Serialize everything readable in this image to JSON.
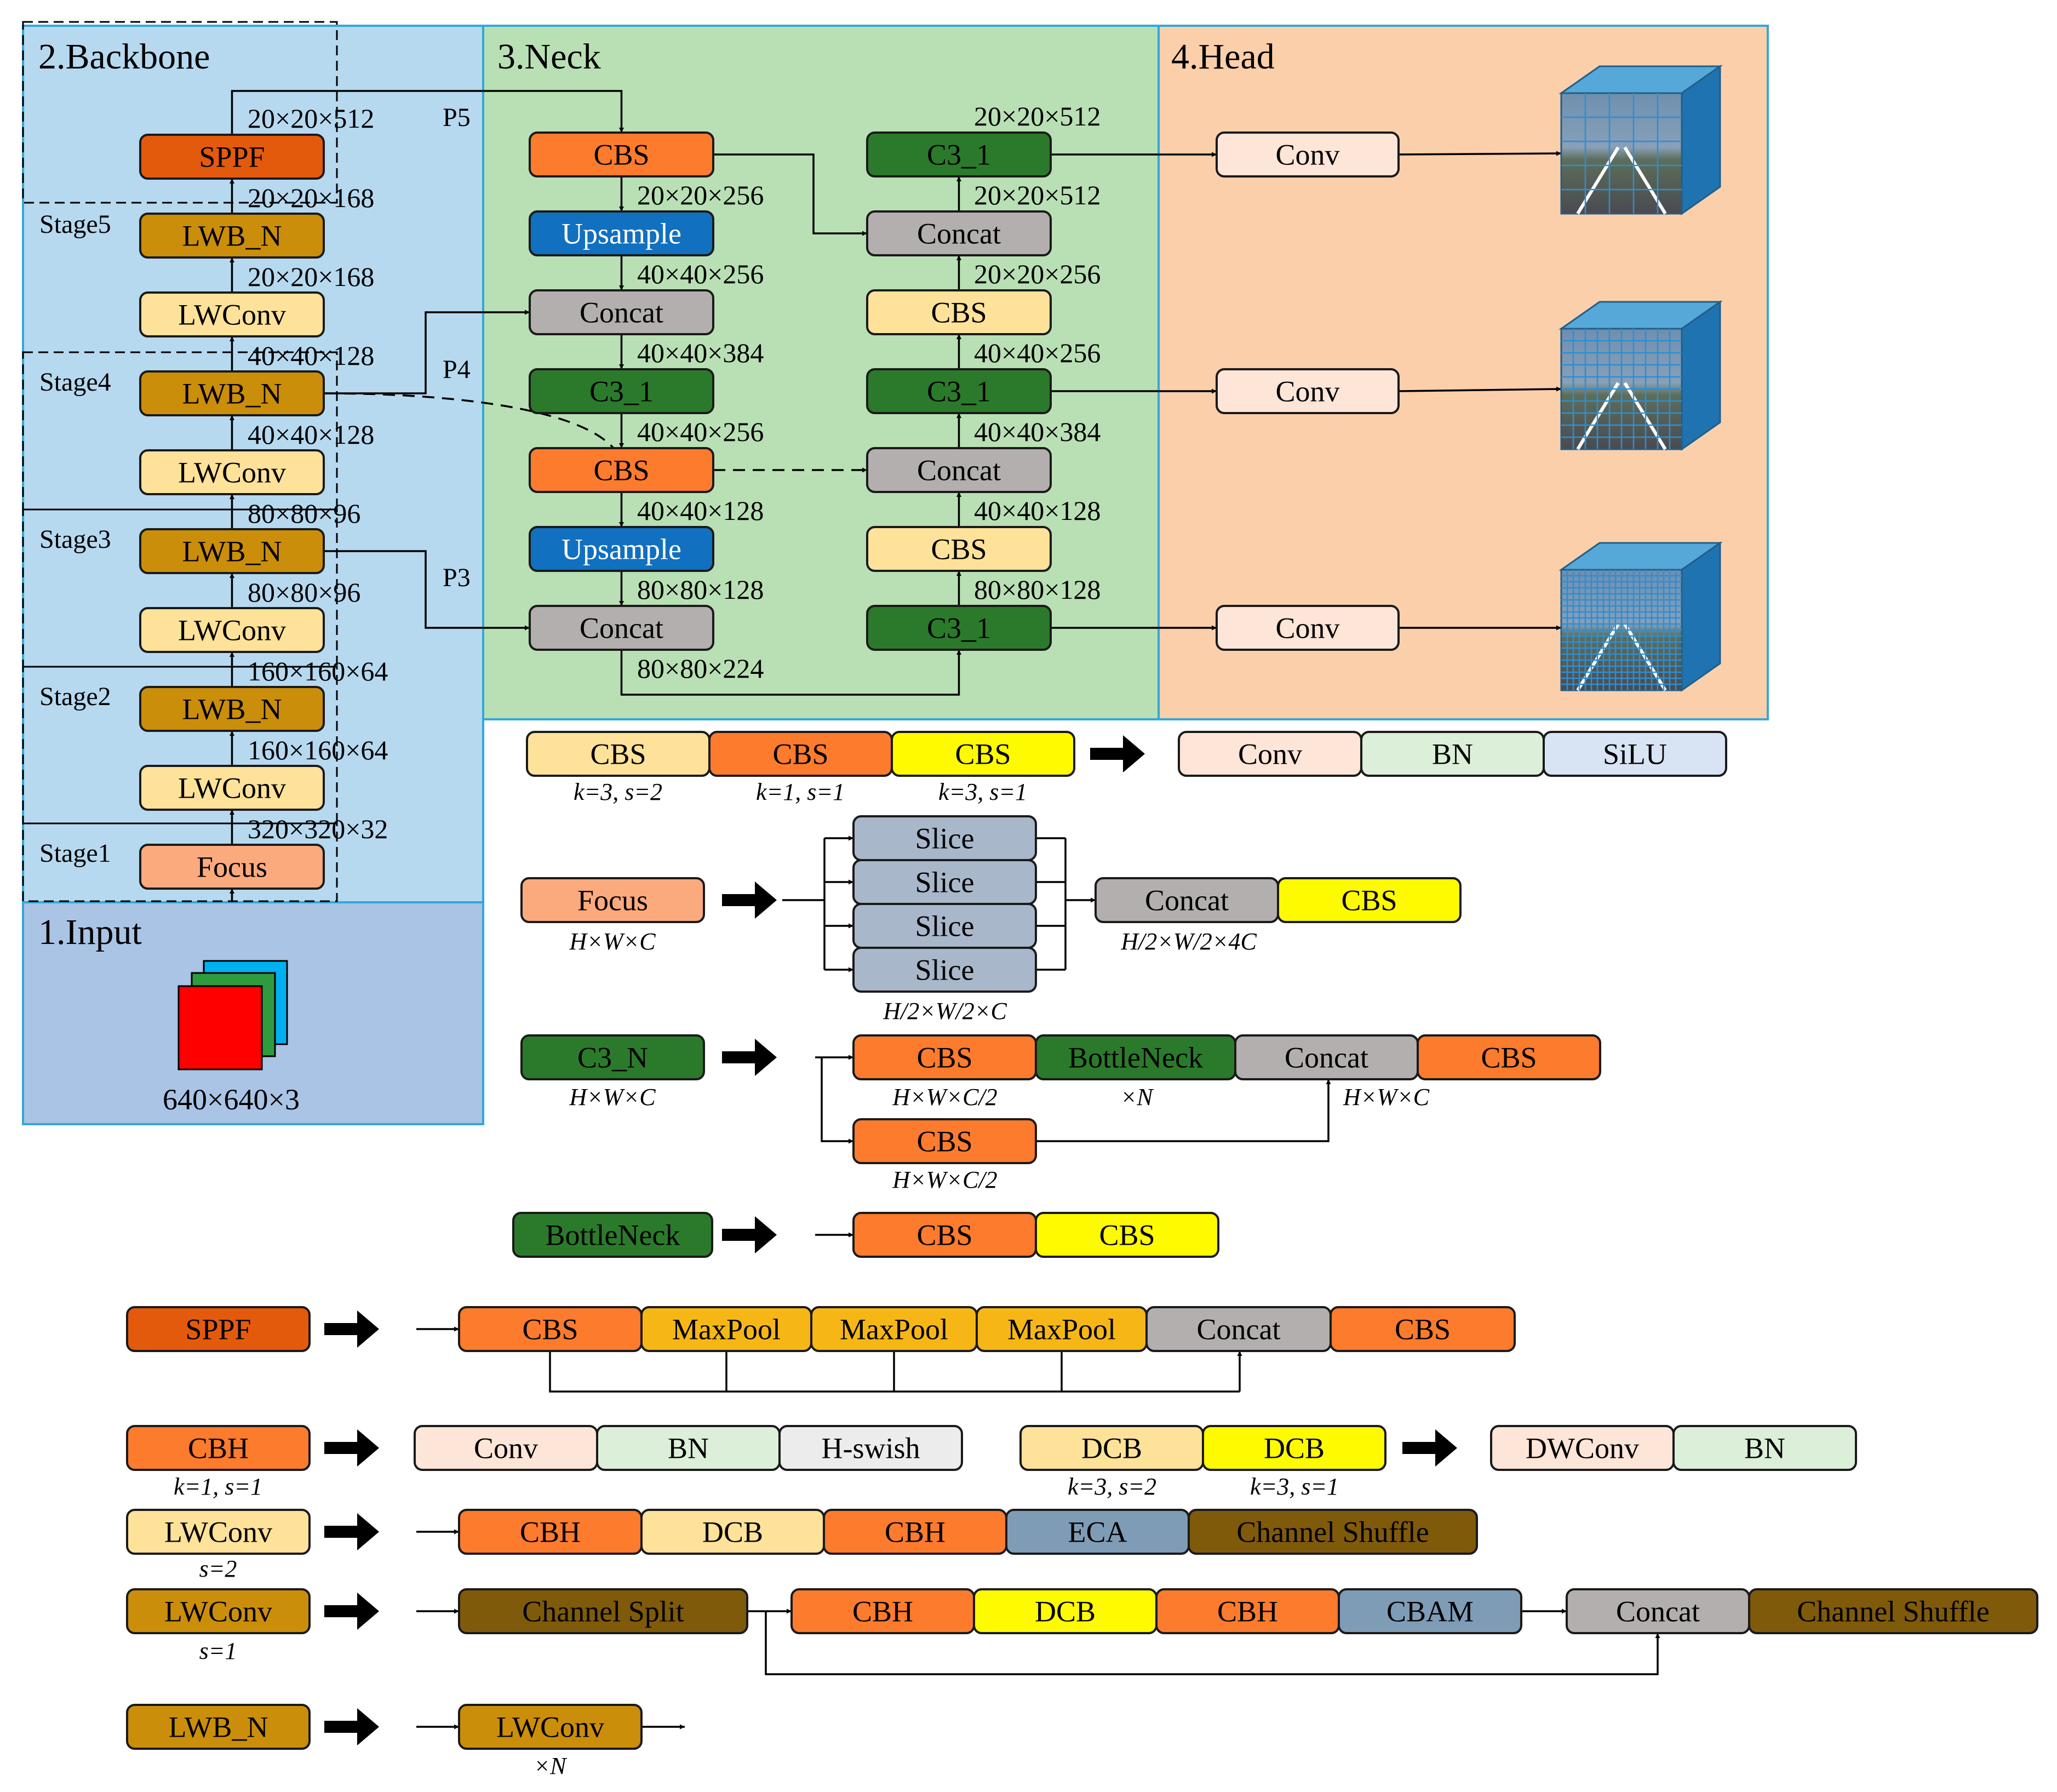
{
  "panels": {
    "backbone": "2.Backbone",
    "neck": "3.Neck",
    "head": "4.Head",
    "input": "1.Input"
  },
  "stages": [
    "Stage5",
    "Stage4",
    "Stage3",
    "Stage2",
    "Stage1"
  ],
  "pyramid": {
    "p5": "P5",
    "p4": "P4",
    "p3": "P3"
  },
  "input_size": "640×640×3",
  "backbone_blocks": {
    "sppf": "SPPF",
    "lwb5": "LWB_N",
    "lwc5": "LWConv",
    "lwb4": "LWB_N",
    "lwc4": "LWConv",
    "lwb3": "LWB_N",
    "lwc3": "LWConv",
    "lwb2": "LWB_N",
    "lwc2": "LWConv",
    "focus": "Focus"
  },
  "backbone_dims": {
    "d_top": "20×20×512",
    "d_sppf_in": "20×20×168",
    "d_lwb5_in": "20×20×168",
    "d_s4_out": "40×40×128",
    "d_lwb4_in": "40×40×128",
    "d_s3_out": "80×80×96",
    "d_lwb3_in": "80×80×96",
    "d_s2_out": "160×160×64",
    "d_lwb2_in": "160×160×64",
    "d_focus_out": "320×320×32"
  },
  "neck_blocks": {
    "cbs1": "CBS",
    "ups1": "Upsample",
    "concat1": "Concat",
    "c31": "C3_1",
    "cbs2": "CBS",
    "ups2": "Upsample",
    "concat2": "Concat",
    "c3r1": "C3_1",
    "concatr1": "Concat",
    "cbsr1": "CBS",
    "c3r2": "C3_1",
    "concatr2": "Concat",
    "cbsr2": "CBS",
    "c3r3": "C3_1"
  },
  "neck_dims": {
    "l1": "20×20×256",
    "l2": "40×40×256",
    "l3": "40×40×384",
    "l4": "40×40×256",
    "l5": "40×40×128",
    "l6": "80×80×128",
    "l7": "80×80×224",
    "r0": "20×20×512",
    "r1": "20×20×512",
    "r2": "20×20×256",
    "r3": "40×40×256",
    "r4": "40×40×384",
    "r5": "40×40×128",
    "r6": "80×80×128"
  },
  "head_blocks": {
    "conv1": "Conv",
    "conv2": "Conv",
    "conv3": "Conv"
  },
  "legend_cbs": {
    "blocks": [
      "CBS",
      "CBS",
      "CBS"
    ],
    "notes": [
      "k=3, s=2",
      "k=1, s=1",
      "k=3, s=1"
    ],
    "parts": [
      "Conv",
      "BN",
      "SiLU"
    ]
  },
  "legend_focus": {
    "label": "Focus",
    "note": "H×W×C",
    "slices": [
      "Slice",
      "Slice",
      "Slice",
      "Slice"
    ],
    "slice_note": "H/2×W/2×C",
    "concat": "Concat",
    "cbs": "CBS",
    "out_note": "H/2×W/2×4C"
  },
  "legend_c3": {
    "label": "C3_N",
    "note": "H×W×C",
    "parts": [
      "CBS",
      "BottleNeck",
      "Concat",
      "CBS"
    ],
    "cbs_note": "H×W×C/2",
    "bn_note": "×N",
    "out_note": "H×W×C",
    "branch": "CBS",
    "branch_note": "H×W×C/2"
  },
  "legend_bottleneck": {
    "label": "BottleNeck",
    "parts": [
      "CBS",
      "CBS"
    ]
  },
  "legend_sppf": {
    "label": "SPPF",
    "parts": [
      "CBS",
      "MaxPool",
      "MaxPool",
      "MaxPool",
      "Concat",
      "CBS"
    ]
  },
  "legend_cbh": {
    "label": "CBH",
    "note": "k=1, s=1",
    "parts": [
      "Conv",
      "BN",
      "H-swish"
    ]
  },
  "legend_dcb": {
    "blocks": [
      "DCB",
      "DCB"
    ],
    "notes": [
      "k=3, s=2",
      "k=3, s=1"
    ],
    "parts": [
      "DWConv",
      "BN"
    ]
  },
  "legend_lwconv2": {
    "label": "LWConv",
    "note": "s=2",
    "parts": [
      "CBH",
      "DCB",
      "CBH",
      "ECA",
      "Channel Shuffle"
    ]
  },
  "legend_lwconv1": {
    "label": "LWConv",
    "note": "s=1",
    "split": "Channel Split",
    "parts": [
      "CBH",
      "DCB",
      "CBH",
      "CBAM"
    ],
    "concat": "Concat",
    "shuffle": "Channel Shuffle"
  },
  "legend_lwb": {
    "label": "LWB_N",
    "part": "LWConv",
    "note": "×N"
  },
  "colors": {
    "backbone_bg": "#b6d9f0",
    "neck_bg": "#b9e0b4",
    "head_bg": "#fccfab",
    "input_bg": "#aac4e6",
    "panel_border": "#33a8d8",
    "cbs_light": "#fee29a",
    "cbs_orange": "#fc7b2d",
    "cbs_yellow": "#fefa00",
    "sppf": "#e45a0c",
    "lwb": "#cb8e0a",
    "lwconv": "#fee29a",
    "focus": "#fbaa7e",
    "upsample": "#1170c0",
    "concat": "#b4afaf",
    "c3": "#2b7a2b",
    "conv": "#fde5d8",
    "bn": "#dcefd8",
    "silu": "#d8e4f3",
    "hswish": "#ececec",
    "maxpool": "#f6b716",
    "eca": "#7f9cb7",
    "shuffle": "#7f5a0a",
    "slice": "#a9b7ca",
    "dwconv": "#fde5d8",
    "cbam": "#7f9cb7"
  },
  "icons": [
    "image-stack-icon",
    "detection-grid-icon"
  ]
}
